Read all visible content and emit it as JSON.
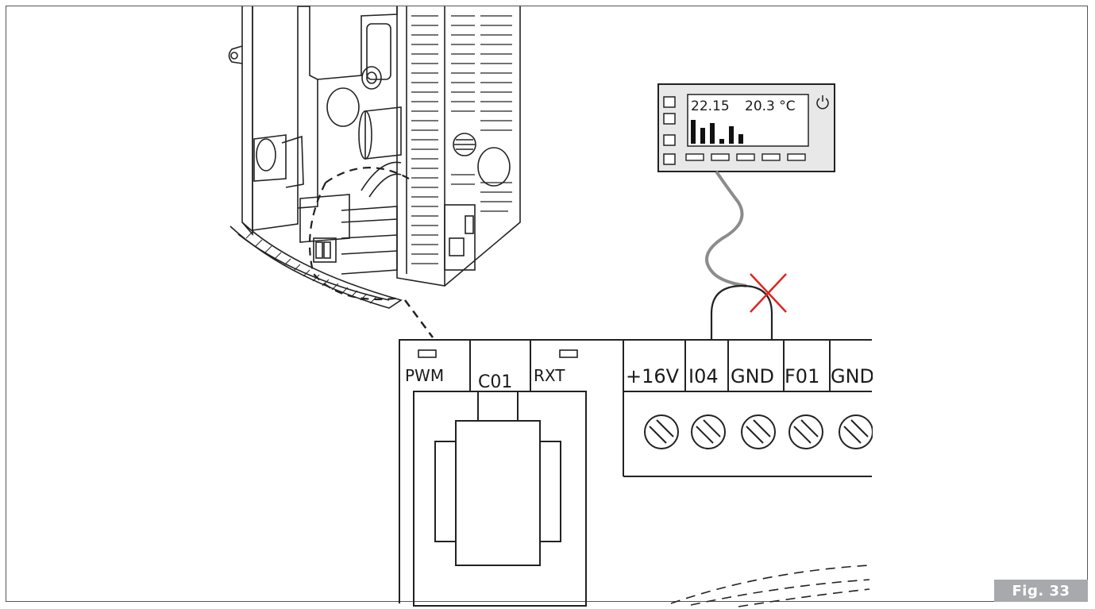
{
  "figure": {
    "label": "Fig. 33"
  },
  "thermostat": {
    "display_left": "22.15",
    "display_right": "20.3 °C",
    "bar_levels": [
      0.75,
      0.5,
      0.65,
      0.15,
      0.55,
      0.3
    ]
  },
  "board": {
    "connector_labels": [
      "PWM",
      "C01",
      "RXT"
    ],
    "terminals": [
      "+16V",
      "I04",
      "GND",
      "F01",
      "GND"
    ]
  },
  "colors": {
    "cross": "#e0241f",
    "cable": "#8c8c8c",
    "badge": "#a7a9ac"
  }
}
